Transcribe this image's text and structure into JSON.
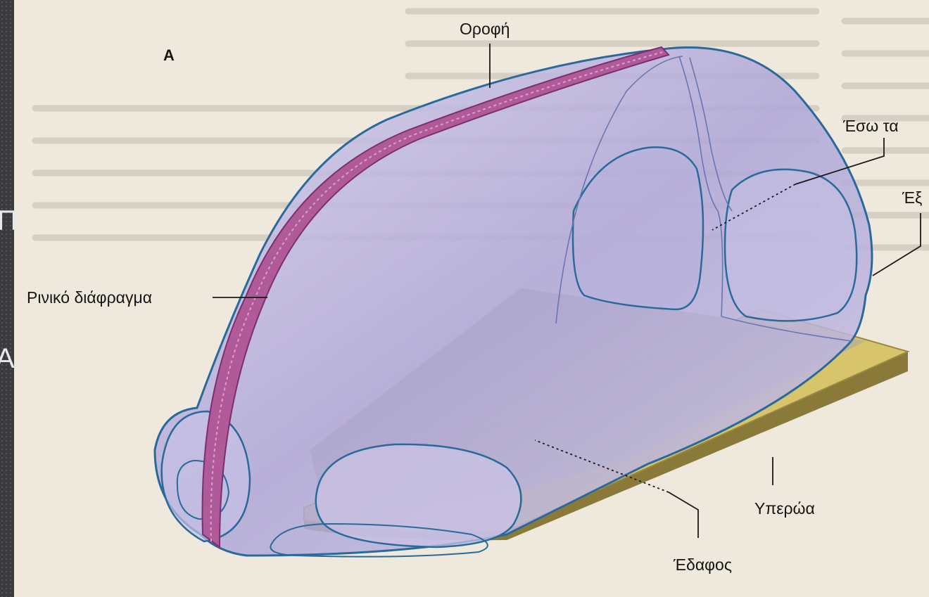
{
  "slide": {
    "left_fragment_top": "Π",
    "left_fragment_bottom": "Α"
  },
  "diagram": {
    "panel_letter": "A",
    "labels": {
      "roof": "Οροφή",
      "nasal_septum": "Ρινικό διάφραγμα",
      "medial_wall": "Έσω τα",
      "lateral_wall": "Έξ",
      "palate": "Υπερώα",
      "floor": "Έδαφος"
    }
  },
  "colors": {
    "cavity_fill": "#b9b2dd",
    "cavity_outline": "#2a6a9a",
    "septum": "#b05a9a",
    "palate": "#d8c46a",
    "page": "#efe8dc",
    "slide_background": "#3b3b3e"
  }
}
